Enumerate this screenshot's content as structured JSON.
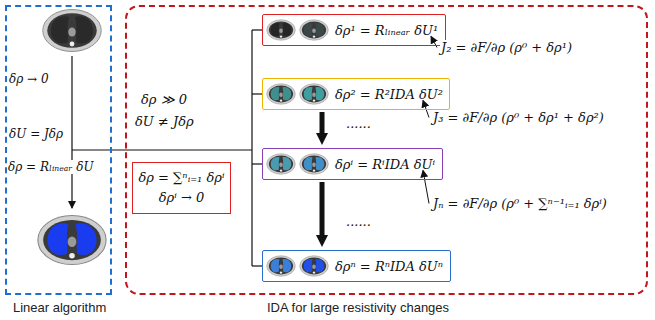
{
  "diagram": {
    "nodes": [
      {
        "text": [
          "Linear algorithm"
        ]
      },
      {
        "text": [
          "IDA for large resistivity changes"
        ]
      },
      {
        "text": [
          "δρ = ∑ⁿᵢ₌₁ δρⁱ",
          "δρⁱ → 0"
        ],
        "in": 1
      },
      {
        "text": [
          "δρ¹ = Rₗᵢₙₑₐᵣ δU¹"
        ],
        "in": 1
      },
      {
        "text": [
          "δρ² = R²IDA δU²"
        ],
        "in": 1
      },
      {
        "text": [
          "δρⁱ = RⁱIDA δUⁱ"
        ],
        "in": 1
      },
      {
        "text": [
          "δρⁿ = RⁿIDA δUⁿ"
        ],
        "in": 1
      }
    ],
    "edges": [
      {
        "from": 4,
        "to": 5,
        "arrow": "to"
      },
      {
        "from": 5,
        "to": 6,
        "arrow": "to"
      }
    ],
    "labels": [
      "δρ → 0",
      "δU = Jδρ",
      "δρ = Rₗᵢₙₑₐᵣ δU",
      "δρ ≫ 0",
      "δU ≠ Jδρ",
      "J₂ = ∂F/∂ρ (ρ⁰ + δρ¹)",
      "J₃ = ∂F/∂ρ (ρ⁰ + δρ¹ + δρ²)",
      "......",
      "......",
      "Jₙ = ∂F/∂ρ (ρ⁰ + ∑ⁿ⁻¹ᵢ₌₁ δρⁱ)"
    ]
  }
}
